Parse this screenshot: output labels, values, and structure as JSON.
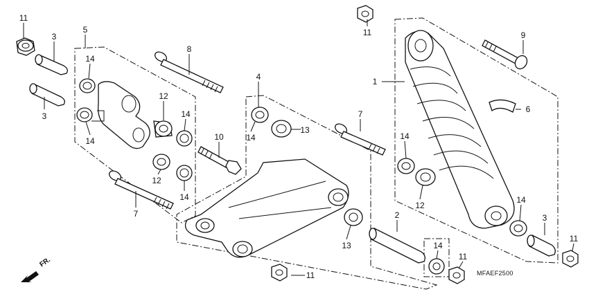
{
  "diagram": {
    "code": "MFAEF2500",
    "direction_label": "FR."
  },
  "callouts": [
    "11",
    "3",
    "5",
    "14",
    "3",
    "14",
    "8",
    "12",
    "14",
    "12",
    "14",
    "10",
    "7",
    "4",
    "14",
    "13",
    "7",
    "11",
    "9",
    "1",
    "6",
    "14",
    "12",
    "14",
    "3",
    "2",
    "13",
    "14",
    "11",
    "11",
    "11"
  ]
}
